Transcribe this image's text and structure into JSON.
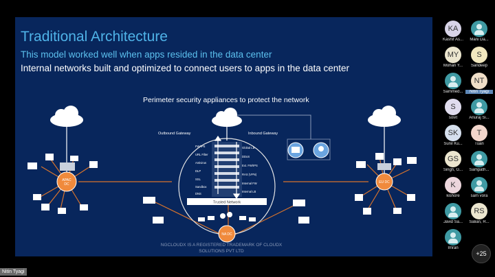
{
  "slide": {
    "title": "Traditional Architecture",
    "subtitle1": "This model worked well when apps resided in the data center",
    "subtitle2": "Internal networks built and optimized to connect users to apps in the data center",
    "perimeter_caption": "Perimeter security appliances to protect the network",
    "outbound_gateway": "Outbound Gateway",
    "inbound_gateway": "Inbound Gateway",
    "left_stack": [
      "FW/IPS",
      "URL Filter",
      "Antivirus",
      "DLP",
      "SSL",
      "Sandbox",
      "DNS"
    ],
    "right_stack": [
      "Global LB",
      "DDoS",
      "Ext. FW/IPS",
      "RAS (VPN)",
      "Internal FW",
      "Internal LB"
    ],
    "trusted_network": "Trusted Network",
    "hubs": {
      "apac": [
        "APAC",
        "DC"
      ],
      "eu": "EU DC",
      "na": "NA DC"
    },
    "trademark": [
      "NGCLOUDX IS A REGISTERED TRADEMARK OF CLOUDX",
      "SOLUTIONS PVT LTD"
    ]
  },
  "participants": [
    {
      "initials": "KA",
      "name": "Kashif As...",
      "bg": "#d8d4e8"
    },
    {
      "initials": "",
      "name": "Mani Da...",
      "bg": ""
    },
    {
      "initials": "MY",
      "name": "Mohan Y...",
      "bg": "#ece6cf"
    },
    {
      "initials": "S",
      "name": "Sandeep",
      "bg": "#f2e8bf"
    },
    {
      "initials": "",
      "name": "Sammed...",
      "bg": ""
    },
    {
      "initials": "NT",
      "name": "Nitin Tyagi",
      "bg": "#f0dfc8"
    },
    {
      "initials": "S",
      "name": "sovit",
      "bg": "#e0dcee"
    },
    {
      "initials": "",
      "name": "Anuraj Si...",
      "bg": ""
    },
    {
      "initials": "SK",
      "name": "Sunil Ku...",
      "bg": "#d6e0ee"
    },
    {
      "initials": "T",
      "name": "Tuan",
      "bg": "#f2d6cc"
    },
    {
      "initials": "GS",
      "name": "Singh, G...",
      "bg": "#ece6cf"
    },
    {
      "initials": "",
      "name": "Sampath...",
      "bg": ""
    },
    {
      "initials": "K",
      "name": "kishore",
      "bg": "#ecd6dc"
    },
    {
      "initials": "",
      "name": "sam vora",
      "bg": ""
    },
    {
      "initials": "",
      "name": "Javid Sa...",
      "bg": ""
    },
    {
      "initials": "RS",
      "name": "Salian, R...",
      "bg": "#ece6cf"
    },
    {
      "initials": "",
      "name": "Imran",
      "bg": ""
    }
  ],
  "more_count": "+25",
  "speaker_name": "Nitin Tyagi",
  "colors": {
    "slide_bg": "#08265c",
    "accent_blue": "#4fb3e8",
    "hub_orange": "#f08a3c",
    "link_orange": "#d9742c"
  }
}
